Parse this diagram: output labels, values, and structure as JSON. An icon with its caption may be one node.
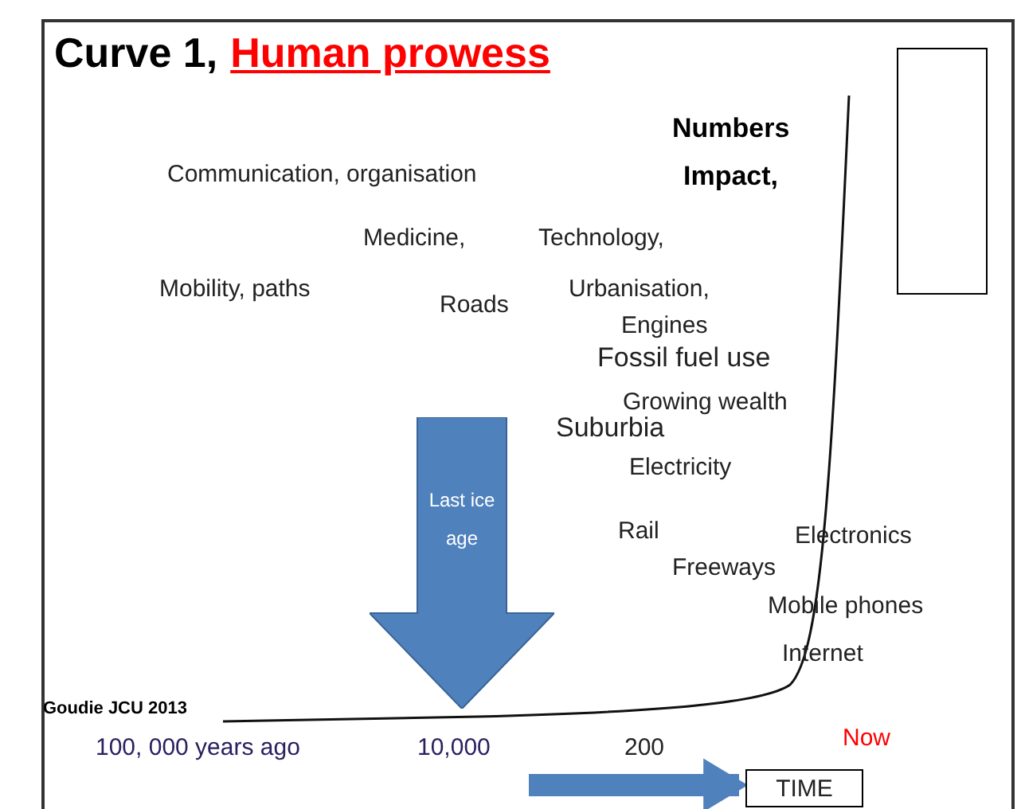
{
  "diagram": {
    "title": "Curve 1,",
    "nodes": [
      {
        "text": [
          "Last ice age"
        ]
      },
      {
        "text": [],
        "shape": "box"
      },
      {
        "text": [
          "TIME"
        ]
      }
    ],
    "edges": [
      {
        "from": null,
        "to": 2,
        "arrow": "to"
      }
    ],
    "labels": [
      "Human prowess",
      "Numbers",
      "Communication, organisation",
      "Impact,",
      "Medicine,",
      "Technology,",
      "Mobility, paths",
      "Roads",
      "Urbanisation,",
      "Engines",
      "Fossil fuel use",
      "Growing wealth",
      "Suburbia",
      "Electricity",
      "Rail",
      "Electronics",
      "Freeways",
      "Mobile phones",
      "Internet",
      "Goudie JCU 2013",
      "100, 000 years ago",
      "10,000",
      "200",
      "Now"
    ]
  }
}
